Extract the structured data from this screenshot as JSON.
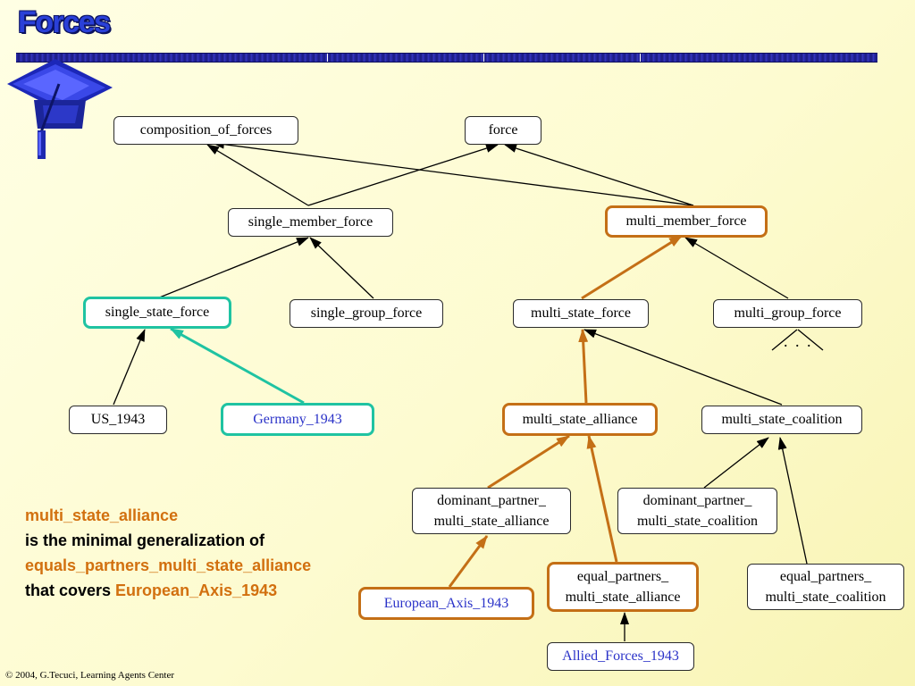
{
  "title": "Forces",
  "colors": {
    "title_blue": "#2a40d8",
    "highlight_orange": "#c46f16",
    "highlight_teal": "#1fc3a2",
    "instance_text_blue": "#2a32c8",
    "caption_orange": "#d2700f"
  },
  "nodes": {
    "composition_of_forces": "composition_of_forces",
    "force": "force",
    "single_member_force": "single_member_force",
    "multi_member_force": "multi_member_force",
    "single_state_force": "single_state_force",
    "single_group_force": "single_group_force",
    "multi_state_force": "multi_state_force",
    "multi_group_force": "multi_group_force",
    "us_1943": "US_1943",
    "germany_1943": "Germany_1943",
    "multi_state_alliance": "multi_state_alliance",
    "multi_state_coalition": "multi_state_coalition",
    "dp_msa_line1": "dominant_partner_",
    "dp_msa_line2": "multi_state_alliance",
    "dp_msc_line1": "dominant_partner_",
    "dp_msc_line2": "multi_state_coalition",
    "ep_msa_line1": "equal_partners_",
    "ep_msa_line2": "multi_state_alliance",
    "ep_msc_line1": "equal_partners_",
    "ep_msc_line2": "multi_state_coalition",
    "european_axis_1943": "European_Axis_1943",
    "allied_forces_1943": "Allied_Forces_1943"
  },
  "ellipsis": ". . .",
  "caption": {
    "line1": "multi_state_alliance",
    "line2": "is the minimal generalization of",
    "line3": "equals_partners_multi_state_alliance",
    "line4_prefix": "that covers ",
    "line4_highlight": "European_Axis_1943"
  },
  "footer": "© 2004, G.Tecuci, Learning Agents Center"
}
